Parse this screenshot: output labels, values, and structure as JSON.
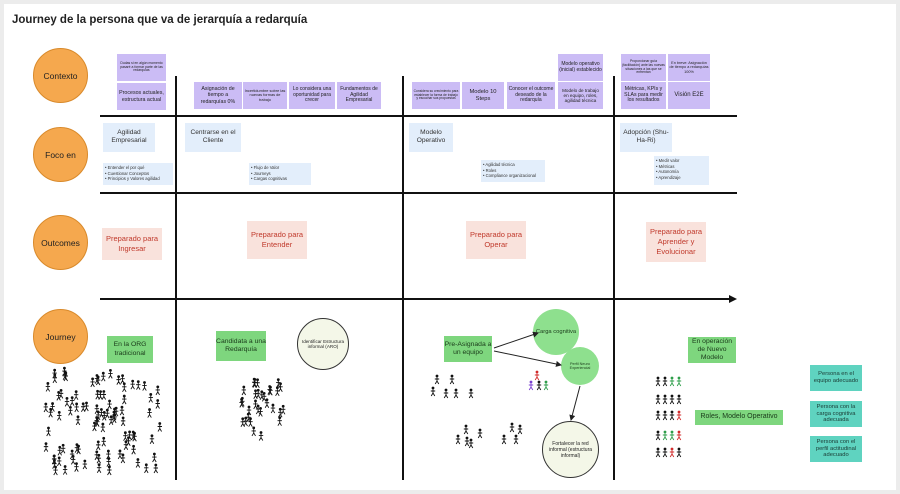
{
  "title": "Journey de la persona que va de jerarquía a redarquía",
  "rows": {
    "contexto": "Contexto",
    "foco": "Foco en",
    "outcomes": "Outcomes",
    "journey": "Journey"
  },
  "contexto_notes": {
    "col1": {
      "small": "Dudas si en algún momento pasaré a formar parte de las redarquías",
      "main": "Procesos actuales, estructura actual"
    },
    "col2": [
      "Asignación de tiempo a redarquías 0%",
      "Incertidumbre sobre las nuevas formas de trabajo",
      "Lo considera una oportunidad para crecer",
      "Fundamentos de Agilidad Empresarial"
    ],
    "col3": [
      "Considera su crecimiento para establecer la forma de trabajo y escuchar sus propuestas",
      "Modelo 10 Steps",
      "Conocer el outcome deseado de la redarquía",
      "Modelo de trabajo en equipo, roles, agilidad técnica"
    ],
    "col3_top": "Modelo operativo (inicial) establecido",
    "col4_top": [
      "Proporcionar guía (facilitación) ante las nuevas situaciones a las que se enfrentan",
      "En breve: Asignación de tiempo a redarquías 100%"
    ],
    "col4": [
      "Métricas, KPIs y SLAs para medir los resultados",
      "Visión E2E"
    ]
  },
  "foco": {
    "col1": {
      "title": "Agilidad Empresarial",
      "bullets": [
        "Entender el por qué",
        "Cuestionar Conceptos",
        "Principios y Valores agilidad"
      ]
    },
    "col2": {
      "title": "Centrarse en el Cliente",
      "bullets": [
        "Flujo de Valor",
        "Journeys",
        "Cargas cognitivas"
      ]
    },
    "col3": {
      "title": "Modelo Operativo",
      "bullets": [
        "Agilidad técnica",
        "Roles",
        "Compliance organizacional"
      ]
    },
    "col4": {
      "title": "Adopción (Shu-Ha-Ri)",
      "bullets": [
        "Medir valor",
        "Métricas",
        "Autonomía",
        "Aprendizaje"
      ]
    }
  },
  "outcomes": [
    "Preparado para Ingresar",
    "Preparado para Entender",
    "Preparado para Operar",
    "Preparado para Aprender y Evolucionar"
  ],
  "journey": {
    "org": "En la ORG tradicional",
    "candidata": "Candidata a una Redarquía",
    "identificar": "Identificar Estructura informal (ARO)",
    "preasignada": "Pre-Asignada a un equipo",
    "carga": "Carga cognitiva",
    "perfil": "Perfil Neuro Experiencial",
    "fortalecer": "Fortalecer la red informal (estructura informal)",
    "operacion": "En operación de Nuevo Modelo",
    "roles": "Roles, Modelo Operativo"
  },
  "legend": [
    "Persona en el equipo adecuado",
    "Persona con la carga cognitiva adecuada",
    "Persona con el perfil actitudinal adecuado"
  ],
  "colors": {
    "circle": "#f5a84e",
    "sticky_purple": "#cbbcf5",
    "sticky_blue": "#e3eefb",
    "sticky_pink": "#f9e2dc",
    "sticky_green": "#7ed67e",
    "sticky_teal": "#5fd3c0",
    "figure_red": "#d22b2b",
    "figure_green": "#2e9e4a",
    "figure_purple": "#7a3fd1"
  }
}
